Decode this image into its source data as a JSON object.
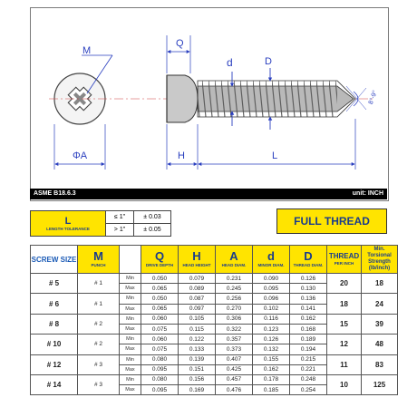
{
  "drawing": {
    "labels": {
      "m": "M",
      "q": "Q",
      "d_small": "d",
      "d_big": "D",
      "angle": "8°-9°",
      "phi_a": "ΦA",
      "h": "H",
      "l": "L"
    },
    "standard": "ASME B18.6.3",
    "unit": "unit: INCH"
  },
  "tolerance": {
    "title": "L",
    "subtitle": "LENGTH TOLERANCE",
    "rows": [
      {
        "condition": "≤ 1\"",
        "value": "± 0.03"
      },
      {
        "condition": "> 1\"",
        "value": "± 0.05"
      }
    ]
  },
  "full_thread": "FULL THREAD",
  "table": {
    "headers": {
      "screw_size": "SCREW SIZE",
      "punch": "M",
      "punch_sub": "PUNCH",
      "q": "Q",
      "q_sub": "DRIVE DEPTH",
      "h": "H",
      "h_sub": "HEAD HEIGHT",
      "a": "A",
      "a_sub": "HEAD DIAM.",
      "d": "d",
      "d_sub": "MINOR DIAM.",
      "dd": "D",
      "dd_sub": "THREAD DIAM.",
      "thread": "THREAD",
      "thread_sub": "PER INCH",
      "torque_1": "Min.",
      "torque_2": "Torsional",
      "torque_3": "Strength",
      "torque_4": "(lb/inch)"
    },
    "rows": [
      {
        "size": "# 5",
        "punch": "# 1",
        "min": [
          "Min",
          "0.050",
          "0.079",
          "0.231",
          "0.090",
          "0.126"
        ],
        "max": [
          "Max",
          "0.065",
          "0.089",
          "0.245",
          "0.095",
          "0.130"
        ],
        "thread": "20",
        "torque": "18"
      },
      {
        "size": "# 6",
        "punch": "# 1",
        "min": [
          "Min",
          "0.050",
          "0.087",
          "0.256",
          "0.096",
          "0.136"
        ],
        "max": [
          "Max",
          "0.065",
          "0.097",
          "0.270",
          "0.102",
          "0.141"
        ],
        "thread": "18",
        "torque": "24"
      },
      {
        "size": "# 8",
        "punch": "# 2",
        "min": [
          "Min",
          "0.060",
          "0.105",
          "0.306",
          "0.116",
          "0.162"
        ],
        "max": [
          "Max",
          "0.075",
          "0.115",
          "0.322",
          "0.123",
          "0.168"
        ],
        "thread": "15",
        "torque": "39"
      },
      {
        "size": "# 10",
        "punch": "# 2",
        "min": [
          "Min",
          "0.060",
          "0.122",
          "0.357",
          "0.126",
          "0.189"
        ],
        "max": [
          "Max",
          "0.075",
          "0.133",
          "0.373",
          "0.132",
          "0.194"
        ],
        "thread": "12",
        "torque": "48"
      },
      {
        "size": "# 12",
        "punch": "# 3",
        "min": [
          "Min",
          "0.080",
          "0.139",
          "0.407",
          "0.155",
          "0.215"
        ],
        "max": [
          "Max",
          "0.095",
          "0.151",
          "0.425",
          "0.162",
          "0.221"
        ],
        "thread": "11",
        "torque": "83"
      },
      {
        "size": "# 14",
        "punch": "# 3",
        "min": [
          "Min",
          "0.080",
          "0.156",
          "0.457",
          "0.178",
          "0.248"
        ],
        "max": [
          "Max",
          "0.095",
          "0.169",
          "0.476",
          "0.185",
          "0.254"
        ],
        "thread": "10",
        "torque": "125"
      }
    ]
  },
  "colors": {
    "highlight": "#ffe400",
    "header_text": "#1a3c8c",
    "dimension": "#2a3fbf",
    "centerline": "#d04040"
  }
}
